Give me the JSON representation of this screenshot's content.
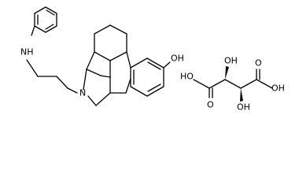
{
  "atom_labels": {
    "nh": "NH",
    "n": "N",
    "oh_phenol": "OH",
    "ho_acid_left": "HO",
    "o_acid_left": "O",
    "oh_hydroxy_top": "OH",
    "oh_hydroxy_bottom": "OH",
    "o_acid_right": "O",
    "oh_acid_right": "OH"
  },
  "colors": {
    "bond": "#000000",
    "background": "#ffffff"
  }
}
